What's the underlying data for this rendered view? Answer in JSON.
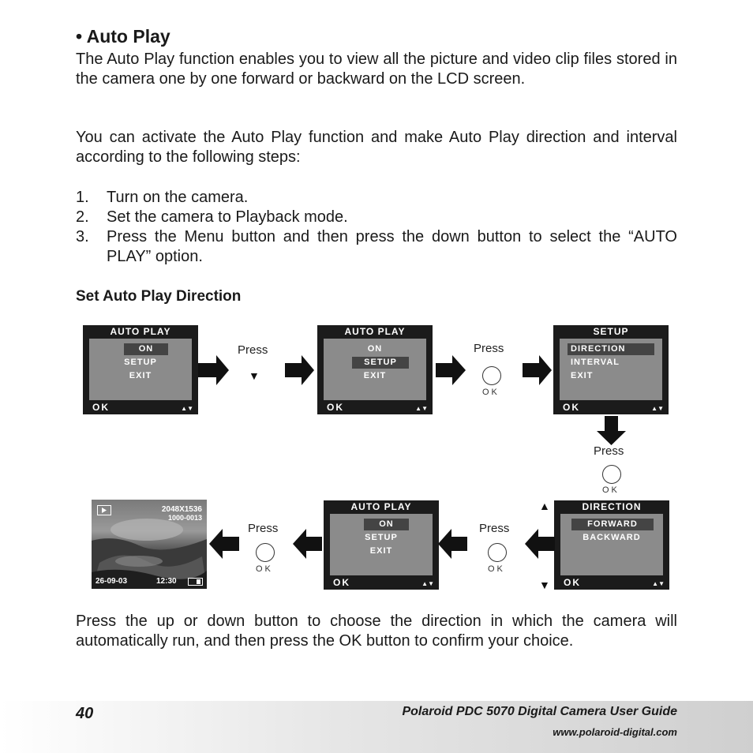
{
  "section": {
    "heading": "• Auto Play",
    "intro": "The Auto Play function enables you to view all the picture and video clip files stored in the camera one by one forward or backward on the LCD screen.",
    "intro2": "You can activate the Auto Play function and make Auto Play direction and interval according to the following steps:",
    "steps": [
      {
        "num": "1.",
        "text": "Turn on the camera."
      },
      {
        "num": "2.",
        "text": "Set the camera to Playback mode."
      },
      {
        "num": "3.",
        "text": "Press the Menu button and then press the down button to select the “AUTO PLAY” option."
      }
    ],
    "subheading": "Set Auto Play Direction",
    "closing": "Press the up or down button to choose the direction in which the camera will automatically run, and then press the OK button to confirm your choice."
  },
  "diagram": {
    "press_label": "Press",
    "ok_button_label": "OK",
    "down_triangle": "▼",
    "up_triangle": "▲",
    "screen_arrows": "▲▼",
    "screens": {
      "s1": {
        "title": "AUTO PLAY",
        "items": [
          "ON",
          "SETUP",
          "EXIT"
        ],
        "ok": "OK"
      },
      "s2": {
        "title": "AUTO PLAY",
        "items": [
          "ON",
          "SETUP",
          "EXIT"
        ],
        "ok": "OK"
      },
      "s3": {
        "title": "SETUP",
        "items": [
          "DIRECTION",
          "INTERVAL",
          "EXIT"
        ],
        "ok": "OK"
      },
      "s4": {
        "title": "DIRECTION",
        "items": [
          "FORWARD",
          "BACKWARD"
        ],
        "ok": "OK"
      },
      "s5": {
        "title": "AUTO PLAY",
        "items": [
          "ON",
          "SETUP",
          "EXIT"
        ],
        "ok": "OK"
      }
    },
    "photo": {
      "resolution": "2048X1536",
      "file_number": "1000-0013",
      "date": "26-09-03",
      "time": "12:30"
    }
  },
  "footer": {
    "page_number": "40",
    "guide_title": "Polaroid PDC 5070 Digital Camera User Guide",
    "url": "www.polaroid-digital.com"
  },
  "colors": {
    "lcd_frame": "#1b1b1b",
    "lcd_screen": "#8b8b8b",
    "highlight": "#444444",
    "arrow": "#111111"
  }
}
